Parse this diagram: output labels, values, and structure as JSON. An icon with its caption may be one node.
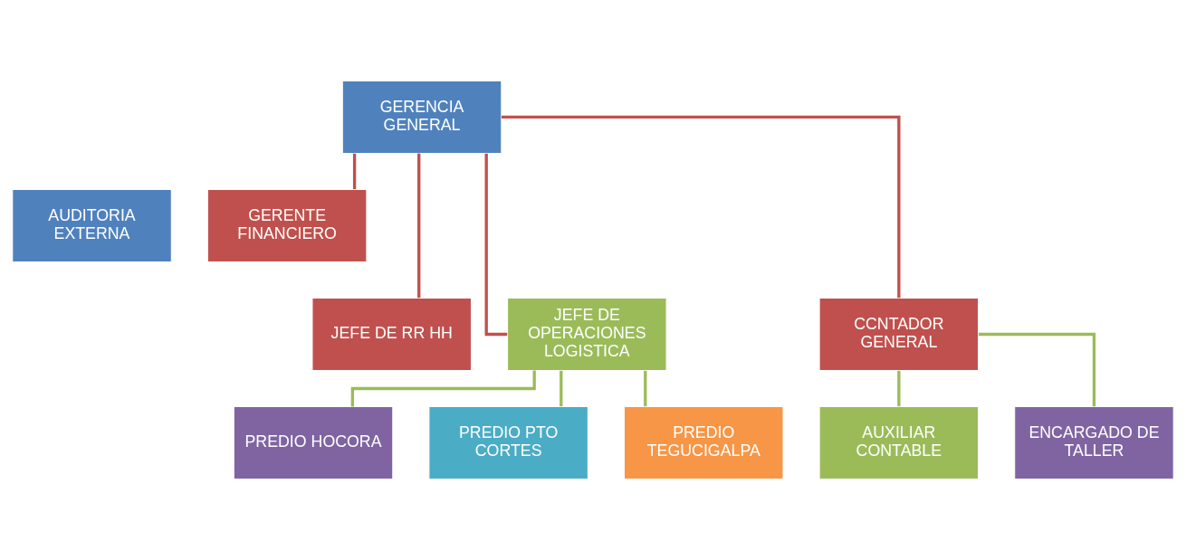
{
  "diagram": {
    "nodes": [
      {
        "text": [
          "GERENCIA GENERAL"
        ]
      },
      {
        "text": [
          "AUDITORIA EXTERNA"
        ]
      },
      {
        "text": [
          "GERENTE FINANCIERO"
        ]
      },
      {
        "text": [
          "JEFE DE RR HH"
        ]
      },
      {
        "text": [
          "JEFE DE OPERACIONES LOGISTICA"
        ]
      },
      {
        "text": [
          "CCNTADOR GENERAL"
        ]
      },
      {
        "text": [
          "PREDIO HOCORA"
        ]
      },
      {
        "text": [
          "PREDIO PTO CORTES"
        ]
      },
      {
        "text": [
          "PREDIO TEGUCIGALPA"
        ]
      },
      {
        "text": [
          "AUXILIAR CONTABLE"
        ]
      },
      {
        "text": [
          "ENCARGADO DE TALLER"
        ]
      }
    ],
    "edges": [
      {
        "from": 0,
        "to": 2,
        "arrow": "none",
        "color": "#c0504d"
      },
      {
        "from": 0,
        "to": 3,
        "arrow": "none",
        "color": "#c0504d"
      },
      {
        "from": 0,
        "to": 4,
        "arrow": "none",
        "color": "#c0504d"
      },
      {
        "from": 0,
        "to": 5,
        "arrow": "none",
        "color": "#c0504d"
      },
      {
        "from": 4,
        "to": 6,
        "arrow": "none"
      },
      {
        "from": 4,
        "to": 7,
        "arrow": "none"
      },
      {
        "from": 4,
        "to": 8,
        "arrow": "none"
      },
      {
        "from": 5,
        "to": 9,
        "arrow": "none"
      },
      {
        "from": 5,
        "to": 10,
        "arrow": "none"
      }
    ]
  }
}
